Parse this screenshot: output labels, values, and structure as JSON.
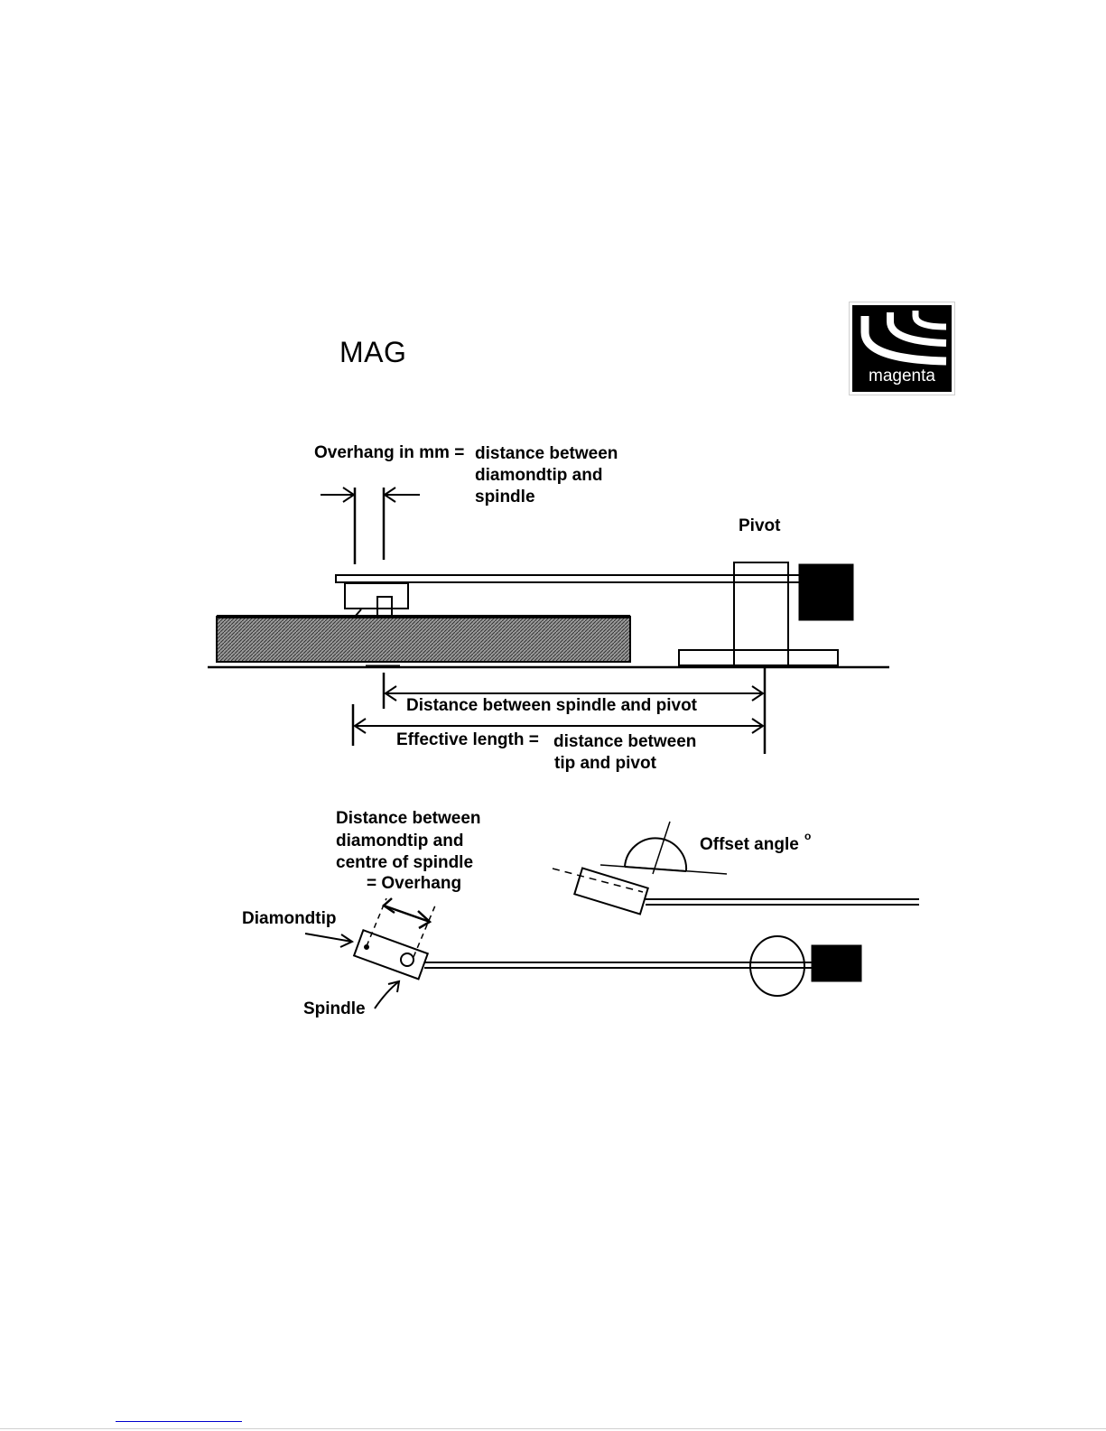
{
  "header": {
    "title": "MAG",
    "logo_text": "magenta"
  },
  "diagram": {
    "side_view": {
      "overhang_line1_left": "Overhang in mm =",
      "overhang_line1_right": "distance between",
      "overhang_line2": "diamondtip and",
      "overhang_line3": "spindle",
      "pivot": "Pivot",
      "spindle_pivot": "Distance between spindle and pivot",
      "effective_left": "Effective length =",
      "effective_right": "distance between",
      "effective_line2": "tip and pivot"
    },
    "top_view": {
      "dist_line1": "Distance between",
      "dist_line2": "diamondtip and",
      "dist_line3": "centre of spindle",
      "dist_line4": "= Overhang",
      "offset_angle": "Offset angle",
      "degree": "o",
      "diamondtip": "Diamondtip",
      "spindle": "Spindle"
    }
  },
  "colors": {
    "ink": "#000000",
    "record_fill": "#555555",
    "footer_link": "#0000cc"
  }
}
